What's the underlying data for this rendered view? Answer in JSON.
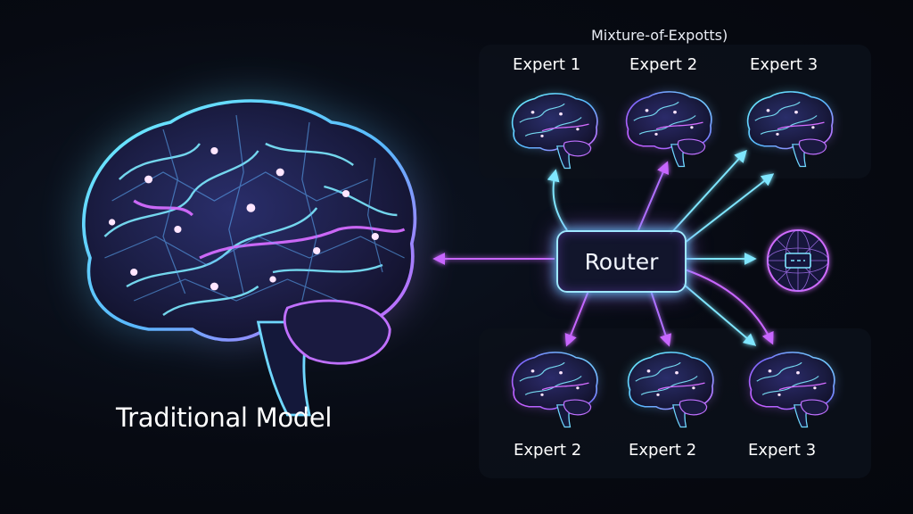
{
  "traditional": {
    "label": "Traditional Model"
  },
  "moe": {
    "title": "Mixture-of-Expotts)",
    "router_label": "Router",
    "experts_top": [
      {
        "label": "Expert 1"
      },
      {
        "label": "Expert 2"
      },
      {
        "label": "Expert 3"
      }
    ],
    "experts_bottom": [
      {
        "label": "Expert 2"
      },
      {
        "label": "Expert 2"
      },
      {
        "label": "Expert 3"
      }
    ]
  },
  "colors": {
    "cyan": "#5fe3ff",
    "purple": "#c15cff",
    "background": "#070a12"
  },
  "icons": [
    "brain-icon",
    "gate-grid-icon",
    "arrow-icon"
  ]
}
